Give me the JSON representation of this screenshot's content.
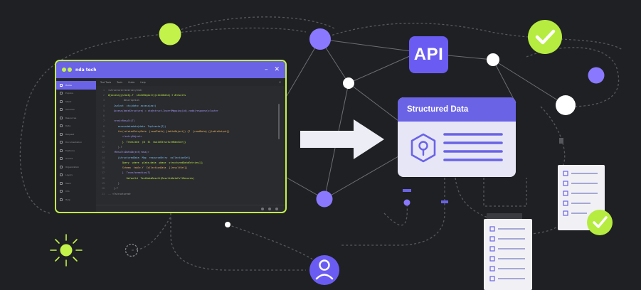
{
  "colors": {
    "background": "#1f2023",
    "accent_green": "#c3f24a",
    "accent_purple": "#6a63e6",
    "node_purple": "#8a78ff",
    "node_white": "#ffffff"
  },
  "code_window": {
    "app_title": "nda tech",
    "controls": [
      "–",
      "✕"
    ],
    "sidebar_items": [
      "Home",
      "Explore",
      "Stack",
      "Services",
      "Resources",
      "Data",
      "Request",
      "Documentation",
      "Features",
      "Access",
      "Organization",
      "Layers",
      "Team",
      "Info",
      "Help"
    ],
    "tabs": [
      "Test Tools",
      "Tools",
      "Guide",
      "Help"
    ],
    "code_lines": [
      {
        "n": "1",
        "t": "<structure>reverse</end>",
        "c": "k5"
      },
      {
        "n": "2",
        "t": "#[access]{stack}.T  stateRegistry(stateData).Y #results",
        "c": "k1"
      },
      {
        "n": "3",
        "t": "           Description",
        "c": "k5"
      },
      {
        "n": "4",
        "t": "    Jselect  ctx/data: access(ast)",
        "c": "k3"
      },
      {
        "n": "5",
        "t": "    Access(dataStructure) = ctx@struct.InsertMapping(id)->add(response)cluster",
        "c": "k2"
      },
      {
        "n": "6",
        "t": "",
        "c": "k5"
      },
      {
        "n": "7",
        "t": "    <rest>Result(T)",
        "c": "k2"
      },
      {
        "n": "8",
        "t": "       accessdatadata(data  Tuplesets{T})",
        "c": "k3"
      },
      {
        "n": "9",
        "t": "       for(relatedEntryData  {readTable} {tableObject}) {T  {readData} {{tableOutput}}",
        "c": "k4"
      },
      {
        "n": "10",
        "t": "          <!entryObject>",
        "c": "k2"
      },
      {
        "n": "11",
        "t": "          }  Translate  (N  El  buildStructureHandler)}",
        "c": "k1"
      },
      {
        "n": "12",
        "t": "       }.T",
        "c": "k5"
      },
      {
        "n": "13",
        "t": "    <ResultsDataObject(rows)>",
        "c": "k2"
      },
      {
        "n": "14",
        "t": "       {structuredData  Map  resourceEntry  collectionSet}",
        "c": "k3"
      },
      {
        "n": "15",
        "t": "          Query  where  plate.data  phase  structuredDataEntries()}",
        "c": "k1"
      },
      {
        "n": "16",
        "t": "          Schema  table.Y  CollectionData  {[resultSet]}",
        "c": "k4"
      },
      {
        "n": "17",
        "t": "          }  Transformation(T)",
        "c": "k2"
      },
      {
        "n": "18",
        "t": "             Defaultd  TextDataResult(ResultsDataFullRecords)",
        "c": "k1"
      },
      {
        "n": "19",
        "t": "       }",
        "c": "k5"
      },
      {
        "n": "20",
        "t": "    }.T",
        "c": "k5"
      },
      {
        "n": "21",
        "t": "-- <?structured>",
        "c": "k5"
      }
    ]
  },
  "api_badge": {
    "label": "API"
  },
  "structured_data_card": {
    "title": "Structured Data"
  },
  "icons": [
    "database-shield-icon",
    "arrow-right-icon",
    "checkmark-icon",
    "user-pin-icon",
    "checklist-icon",
    "sparkle-icon",
    "dotted-circle-icon"
  ]
}
